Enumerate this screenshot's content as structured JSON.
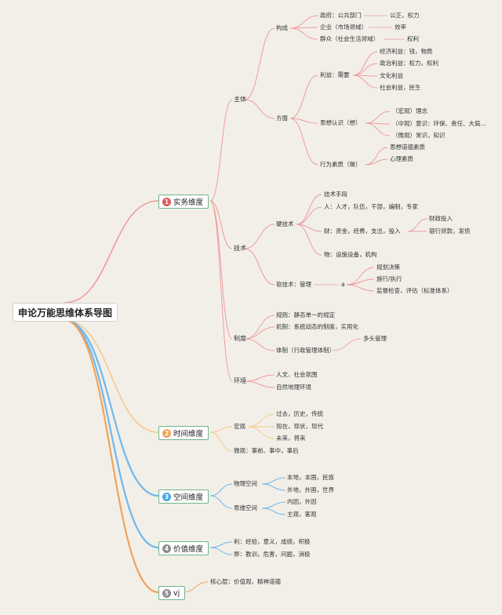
{
  "title": "申论万能思维体系导图",
  "colors": {
    "dim1": "#e05a5a",
    "dim2": "#f3b35a",
    "dim3": "#4aa8e6",
    "dim4": "#8c8c8c",
    "dim5": "#8c8c8c",
    "line1": "#ee9c9c",
    "line2": "#f6c98a",
    "line3": "#6fb8ee",
    "line5": "#f0a35a"
  },
  "dims": [
    {
      "num": "1",
      "label": "实务维度"
    },
    {
      "num": "2",
      "label": "时间维度"
    },
    {
      "num": "3",
      "label": "空间维度"
    },
    {
      "num": "4",
      "label": "价值维度"
    },
    {
      "num": "5",
      "label": "vj"
    }
  ],
  "d1": {
    "subject": "主体",
    "composition": "构成",
    "gov": "政府：公共部门",
    "gov_v": "公正，权力",
    "ent": "企业（市场领域）",
    "ent_v": "效率",
    "mass": "群众（社会生活领域）",
    "mass_v": "权利",
    "aspect": "方面",
    "interest": "利益：需要",
    "i1": "经济利益：钱，物质",
    "i2": "政治利益：权力，权利",
    "i3": "文化利益",
    "i4": "社会利益，民生",
    "thought": "思想认识（想）",
    "t1": "（宏观）理念",
    "t2": "（中观）意识：环保、责任、大局...",
    "t3": "（微观）常识，知识",
    "behavior": "行为素质（做）",
    "b1": "思想道德素质",
    "b2": "心理素质",
    "tech": "技术",
    "hard": "硬技术",
    "h1": "技术手段",
    "h2": "人：人才，队伍，干部，编制，专家",
    "h3": "财：资金，经费，支出，投入",
    "h3a": "财政投入",
    "h3b": "银行贷款，发债",
    "h4": "物：设施设备，机构",
    "soft": "软技术：管理",
    "soft_a": "a",
    "s1": "规划决策",
    "s2": "施行/执行",
    "s3": "监督检查，评估（标准体系）",
    "system": "制度",
    "sy1": "规则：静态单一的规定",
    "sy2": "机制：系统动态的制度，实用化",
    "sy3": "体制（行政管理体制）",
    "sy3a": "多头管理",
    "env": "环境",
    "e1": "人文、社会氛围",
    "e2": "自然地理环境"
  },
  "d2": {
    "macro": "宏观",
    "m1": "过去，历史，传统",
    "m2": "现在，现状，现代",
    "m3": "未来，将来",
    "micro": "微观：事前、事中，事后"
  },
  "d3": {
    "phys": "物理空间",
    "p1": "本地，本国，民族",
    "p2": "外地，外国，世界",
    "mind": "思维空间",
    "q1": "内因，外因",
    "q2": "主观，客观"
  },
  "d4": {
    "v1": "利：经验，意义，成绩，积极",
    "v2": "弊：教训，危害，问题，消极"
  },
  "d5": {
    "core": "核心层：价值观，精神道德"
  }
}
